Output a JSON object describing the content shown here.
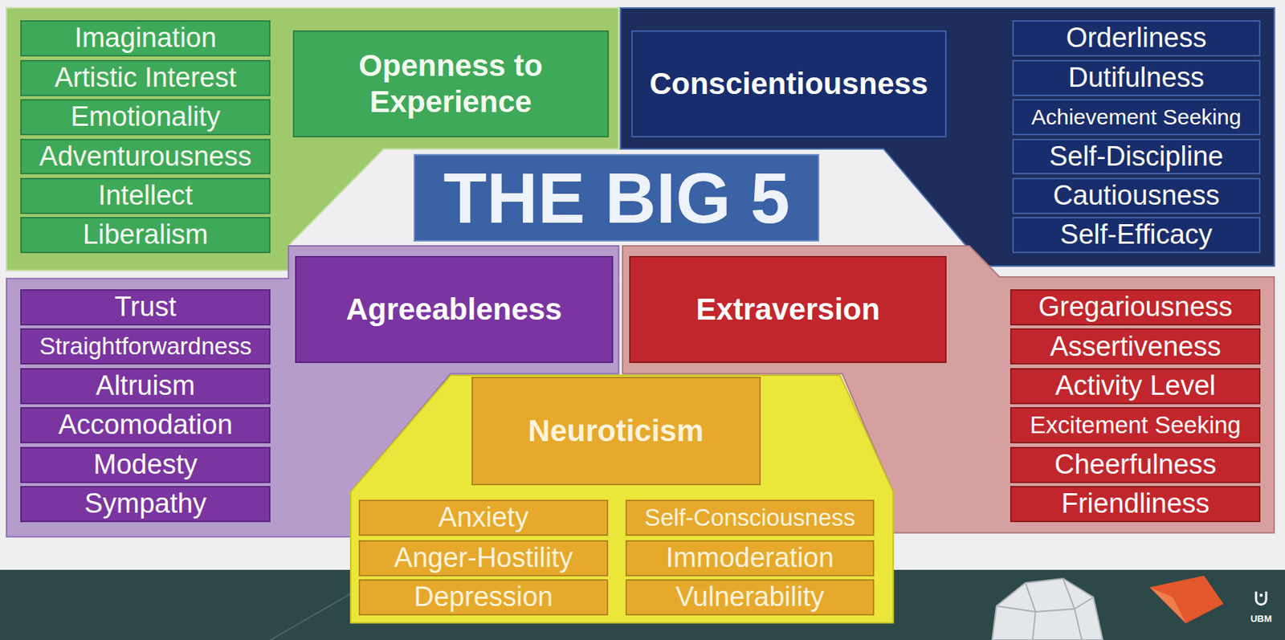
{
  "diagram": {
    "title": "THE BIG 5",
    "nodes": [
      {
        "text": [
          "Openness to Experience"
        ]
      },
      {
        "text": [
          "Imagination"
        ],
        "in": 0
      },
      {
        "text": [
          "Artistic Interest"
        ],
        "in": 0
      },
      {
        "text": [
          "Emotionality"
        ],
        "in": 0
      },
      {
        "text": [
          "Adventurousness"
        ],
        "in": 0
      },
      {
        "text": [
          "Intellect"
        ],
        "in": 0
      },
      {
        "text": [
          "Liberalism"
        ],
        "in": 0
      },
      {
        "text": [
          "Conscientiousness"
        ]
      },
      {
        "text": [
          "Orderliness"
        ],
        "in": 7
      },
      {
        "text": [
          "Dutifulness"
        ],
        "in": 7
      },
      {
        "text": [
          "Achievement Seeking"
        ],
        "in": 7
      },
      {
        "text": [
          "Self-Discipline"
        ],
        "in": 7
      },
      {
        "text": [
          "Cautiousness"
        ],
        "in": 7
      },
      {
        "text": [
          "Self-Efficacy"
        ],
        "in": 7
      },
      {
        "text": [
          "Agreeableness"
        ]
      },
      {
        "text": [
          "Trust"
        ],
        "in": 14
      },
      {
        "text": [
          "Straightforwardness"
        ],
        "in": 14
      },
      {
        "text": [
          "Altruism"
        ],
        "in": 14
      },
      {
        "text": [
          "Accomodation"
        ],
        "in": 14
      },
      {
        "text": [
          "Modesty"
        ],
        "in": 14
      },
      {
        "text": [
          "Sympathy"
        ],
        "in": 14
      },
      {
        "text": [
          "Extraversion"
        ]
      },
      {
        "text": [
          "Gregariousness"
        ],
        "in": 21
      },
      {
        "text": [
          "Assertiveness"
        ],
        "in": 21
      },
      {
        "text": [
          "Activity Level"
        ],
        "in": 21
      },
      {
        "text": [
          "Excitement Seeking"
        ],
        "in": 21
      },
      {
        "text": [
          "Cheerfulness"
        ],
        "in": 21
      },
      {
        "text": [
          "Friendliness"
        ],
        "in": 21
      },
      {
        "text": [
          "Neuroticism"
        ]
      },
      {
        "text": [
          "Anxiety"
        ],
        "in": 28
      },
      {
        "text": [
          "Self-Consciousness"
        ],
        "in": 28
      },
      {
        "text": [
          "Anger-Hostility"
        ],
        "in": 28
      },
      {
        "text": [
          "Immoderation"
        ],
        "in": 28
      },
      {
        "text": [
          "Depression"
        ],
        "in": 28
      },
      {
        "text": [
          "Vulnerability"
        ],
        "in": 28
      }
    ],
    "labels": [
      "UBM"
    ]
  }
}
